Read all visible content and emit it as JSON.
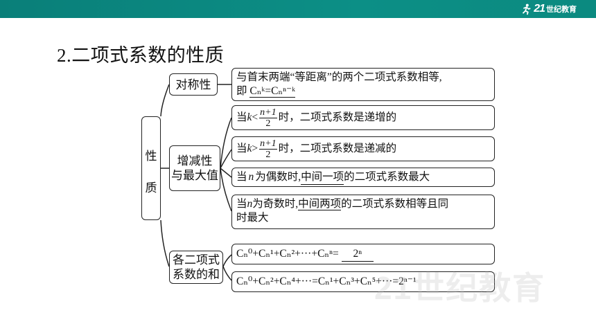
{
  "brand": {
    "logo_number": "21",
    "logo_text": "世纪教育"
  },
  "heading": "2.二项式系数的性质",
  "root": {
    "char1": "性",
    "char2": "质"
  },
  "symmetry": {
    "label": "对称性",
    "line1": "与首末两端“等距离”的两个二项式系数相等,",
    "line2_prefix": "即",
    "formula": "Cₙᵏ=Cₙⁿ⁻ᵏ"
  },
  "monotonic": {
    "label_line1": "增减性",
    "label_line2": "与最大值",
    "inc": {
      "prefix": "当",
      "var": "k",
      "op": "<",
      "num": "n+1",
      "den": "2",
      "suffix": "时，二项式系数是递增的"
    },
    "dec": {
      "prefix": "当",
      "var": "k",
      "op": ">",
      "num": "n+1",
      "den": "2",
      "suffix": "时，二项式系数是递减的"
    },
    "even": {
      "prefix": "当",
      "var": "n",
      "mid": "为偶数时,",
      "u": "中间一项",
      "suffix": "的二项式系数最大"
    },
    "odd": {
      "prefix": "当",
      "var": "n",
      "mid": "为奇数时,",
      "u": "中间两项",
      "suffix": "的二项式系数相等且同",
      "line2": "时最大"
    }
  },
  "sum": {
    "label_line1": "各二项式",
    "label_line2": "系数的和",
    "total": "Cₙ⁰+Cₙ¹+Cₙ²+···+Cₙⁿ=",
    "total_answer": "2ⁿ",
    "parity": "Cₙ⁰+Cₙ²+Cₙ⁴+···=Cₙ¹+Cₙ³+Cₙ⁵+···=2ⁿ⁻¹"
  },
  "watermark": "21世纪教育"
}
